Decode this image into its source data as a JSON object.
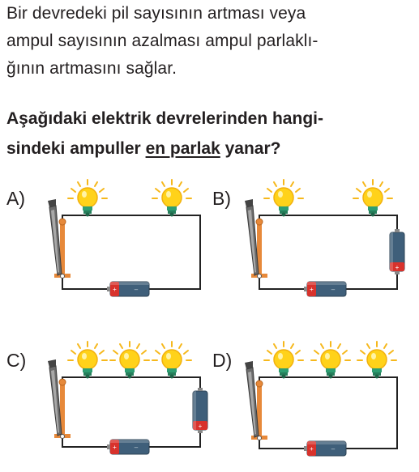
{
  "intro": {
    "line1": "Bir devredeki pil sayısının artması veya",
    "line2": "ampul sayısının azalması ampul parlaklı-",
    "line3": "ğının artmasını sağlar."
  },
  "question": {
    "line1": "Aşağıdaki elektrik devrelerinden hangi-",
    "line2_pre": "sindeki ampuller ",
    "line2_emph": "en parlak",
    "line2_post": " yanar?"
  },
  "options": [
    {
      "label": "A)",
      "bulbs": 2,
      "batteries": 1
    },
    {
      "label": "B)",
      "bulbs": 2,
      "batteries": 2
    },
    {
      "label": "C)",
      "bulbs": 3,
      "batteries": 2
    },
    {
      "label": "D)",
      "bulbs": 3,
      "batteries": 1
    }
  ],
  "colors": {
    "bulb": "#ffd21a",
    "bulb_base": "#2e9e72",
    "ray": "#f6b81c",
    "wire": "#222222",
    "battery_body": "#3f5f7a",
    "battery_cap": "#d8322c",
    "switch_frame": "#e7893a"
  }
}
